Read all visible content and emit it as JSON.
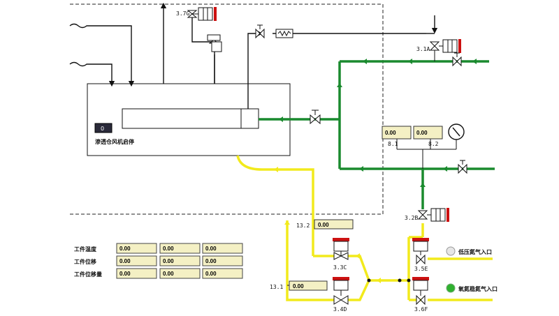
{
  "controls": {
    "fan_status_value": "0",
    "fan_label": "渗透仓风机启停"
  },
  "valves": {
    "v37g": "3.7G",
    "v31a": "3.1A",
    "v32b": "3.2B",
    "v33c": "3.3C",
    "v34d": "3.4D",
    "v35e": "3.5E",
    "v36f": "3.6F"
  },
  "gauges": {
    "g81": {
      "label": "8.1",
      "value": "0.00"
    },
    "g82": {
      "label": "8.2",
      "value": "0.00"
    },
    "g132": {
      "label": "13.2",
      "value": "0.00"
    },
    "g131": {
      "label": "13.1",
      "value": "0.00"
    }
  },
  "inlets": {
    "low_pressure": "低压氮气入口",
    "vaporizer": "氧氮稳氮气入口"
  },
  "workpiece_table": {
    "rows": [
      {
        "label": "工件温度",
        "values": [
          "0.00",
          "0.00",
          "0.00"
        ]
      },
      {
        "label": "工件位移",
        "values": [
          "0.00",
          "0.00",
          "0.00"
        ]
      },
      {
        "label": "工件位移量",
        "values": [
          "0.00",
          "0.00",
          "0.00"
        ]
      }
    ]
  },
  "colors": {
    "green_pipe": "#1a8a2e",
    "yellow_pipe": "#f2ea1c",
    "black_line": "#111111",
    "red_indicator": "#cc1111",
    "field_bg": "#f4f0c4"
  }
}
